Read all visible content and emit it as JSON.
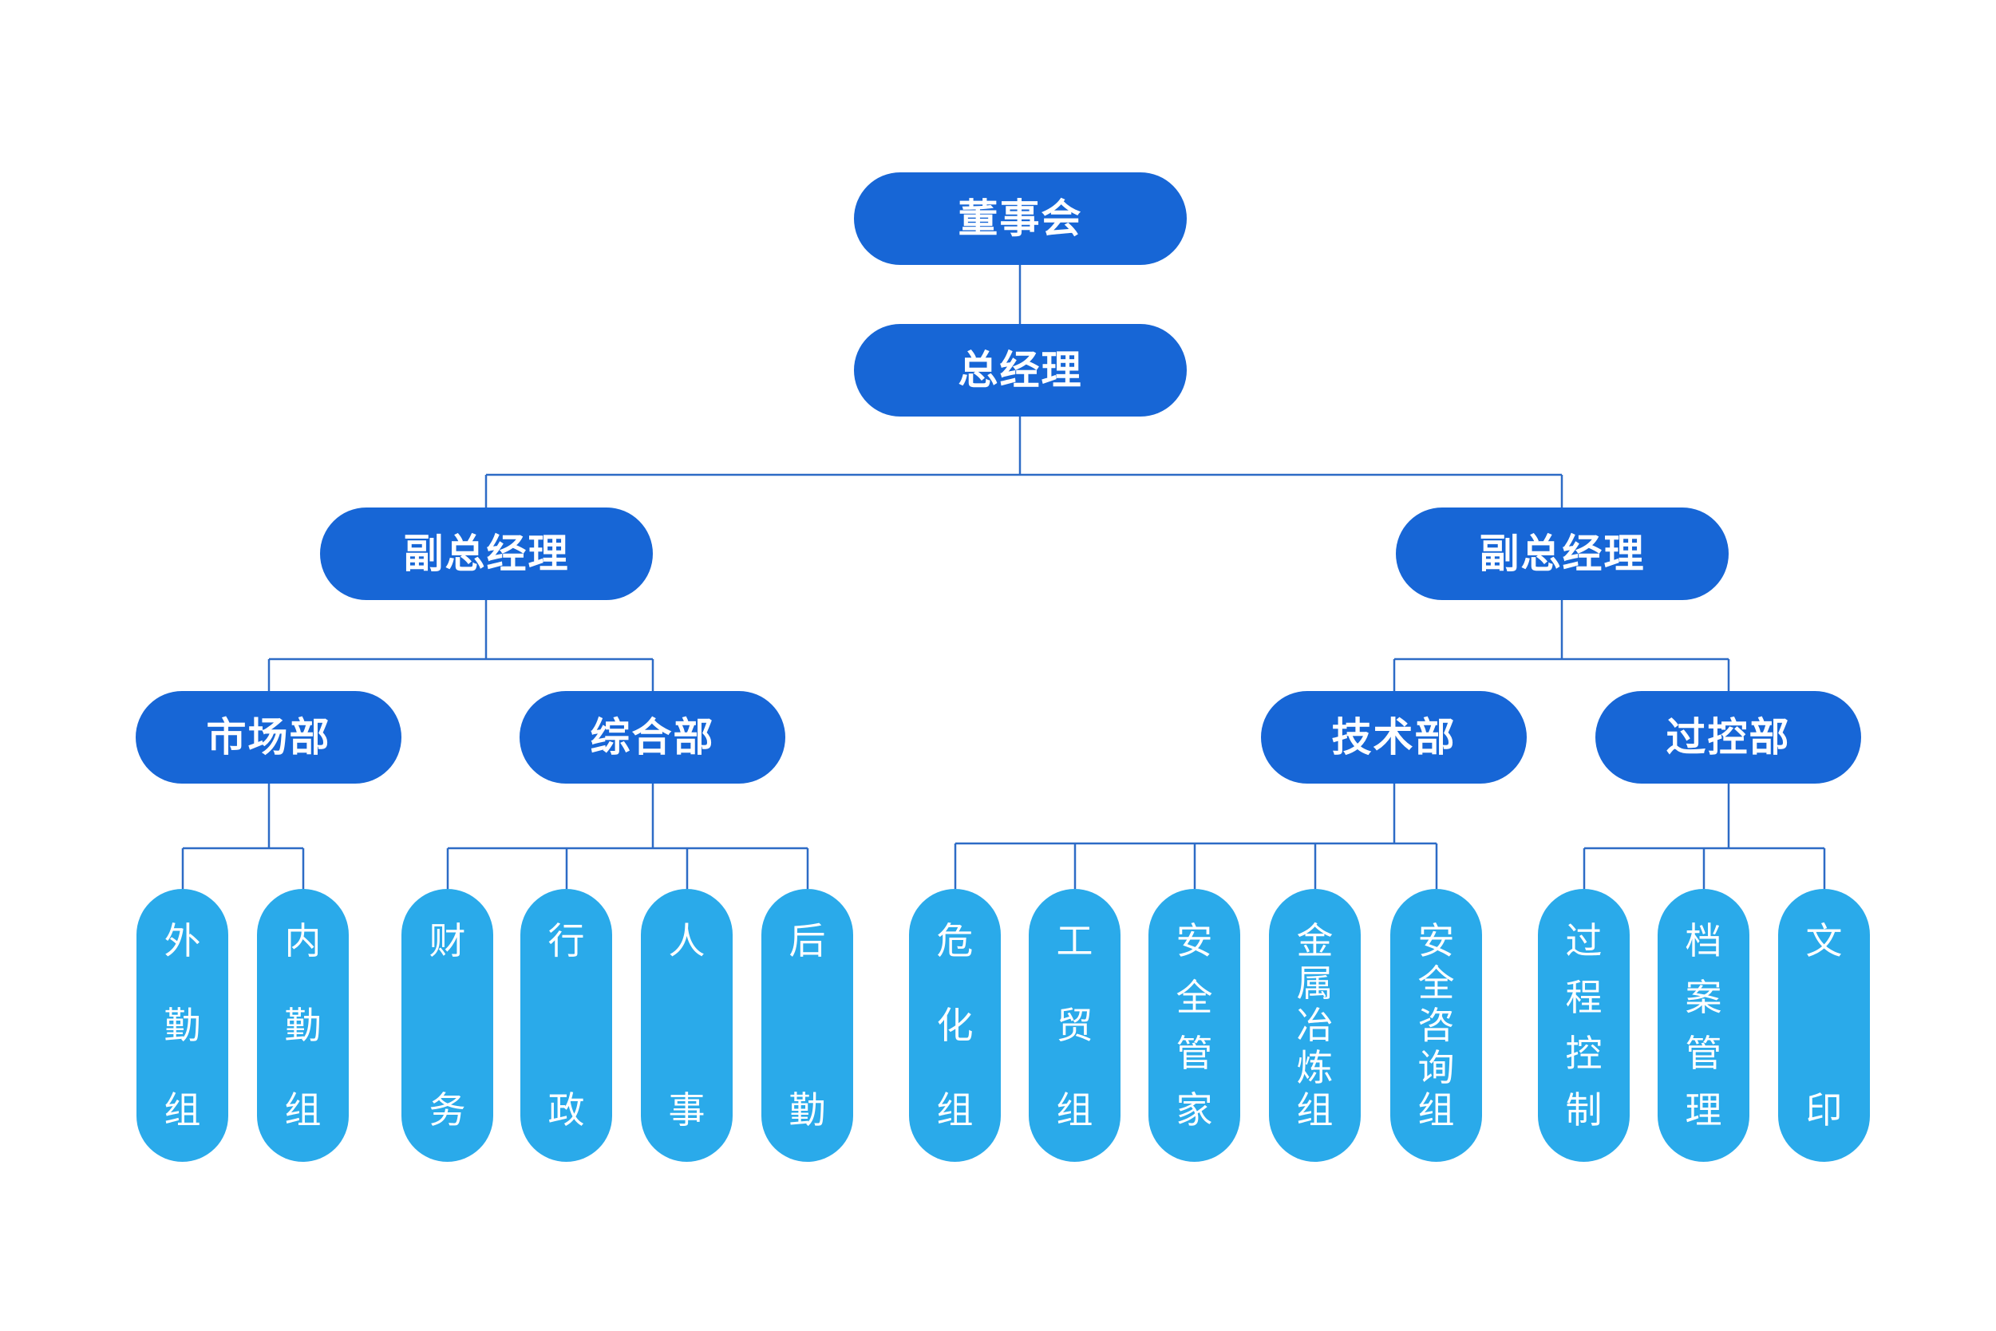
{
  "colors": {
    "primary": "#1766d6",
    "secondary": "#2aaaea",
    "line": "#2d6bc6",
    "background": "#ffffff"
  },
  "root": {
    "label": "董事会"
  },
  "ceo": {
    "label": "总经理"
  },
  "vps": [
    {
      "label": "副总经理",
      "departments": [
        {
          "label": "市场部",
          "groups": [
            "外勤组",
            "内勤组"
          ]
        },
        {
          "label": "综合部",
          "groups": [
            "财务",
            "行政",
            "人事",
            "后勤"
          ]
        }
      ]
    },
    {
      "label": "副总经理",
      "departments": [
        {
          "label": "技术部",
          "groups": [
            "危化组",
            "工贸组",
            "安全管家",
            "金属冶炼组",
            "安全咨询组"
          ]
        },
        {
          "label": "过控部",
          "groups": [
            "过程控制",
            "档案管理",
            "文印"
          ]
        }
      ]
    }
  ]
}
